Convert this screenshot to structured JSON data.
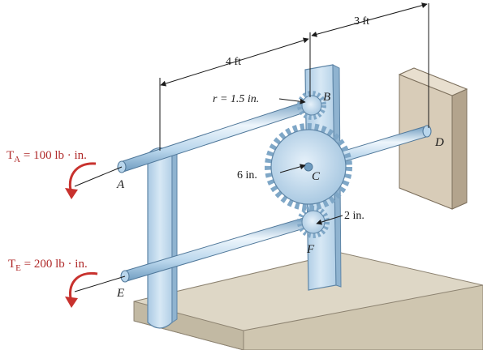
{
  "dimensions": {
    "shaft_ab_length": "4 ft",
    "shaft_cd_length": "3 ft",
    "gear_b_radius": "r = 1.5 in.",
    "gear_c_radius": "6 in.",
    "gear_f_radius": "2 in."
  },
  "torques": {
    "ta_text": "T",
    "ta_sub": "A",
    "ta_rest": " = 100 lb · in.",
    "te_text": "T",
    "te_sub": "E",
    "te_rest": " = 200 lb · in."
  },
  "points": {
    "a": "A",
    "b": "B",
    "c": "C",
    "d": "D",
    "e": "E",
    "f": "F"
  },
  "colors": {
    "shaft_light": "#eef6fc",
    "shaft_mid": "#b9d6ec",
    "shaft_dark": "#6f9cc0",
    "plate": "#c3dcef",
    "plate_edge": "#8fb3d0",
    "gear": "#c9e0f1",
    "gear_dark": "#7fa7c7",
    "base_top": "#ded7c6",
    "base_side": "#c2b9a3",
    "wall_front": "#d8ccb8",
    "wall_side": "#b3a48d",
    "torque_arrow": "#c8322e",
    "text": "#1a1a1a"
  }
}
